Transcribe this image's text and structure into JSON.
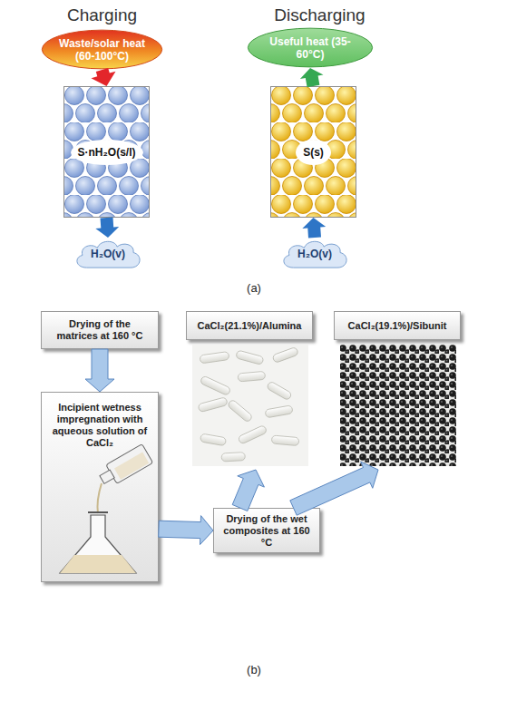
{
  "diagram": {
    "nodes": [
      {
        "text": [
          "Waste/solar heat (60-100°C)"
        ]
      },
      {
        "text": [
          "S·nH₂O(s/l)"
        ]
      },
      {
        "text": [
          "H₂O(v)"
        ]
      },
      {
        "text": [
          "Useful heat (35-60°C)"
        ]
      },
      {
        "text": [
          "S(s)"
        ]
      },
      {
        "text": [
          "H₂O(v)"
        ]
      },
      {
        "text": [
          "Drying of the matrices at 160 °C"
        ]
      },
      {
        "text": [
          "Incipient wetness impregnation with aqueous solution of CaCl₂"
        ]
      },
      {
        "text": [
          "Drying of the wet composites at 160 °C"
        ]
      },
      {
        "text": [
          "CaCl₂(21.1%)/Alumina"
        ]
      },
      {
        "text": [
          "CaCl₂(19.1%)/Sibunit"
        ]
      }
    ],
    "edges": [
      {
        "from": 0,
        "to": 1,
        "arrow": "to"
      },
      {
        "from": 1,
        "to": 2,
        "arrow": "to"
      },
      {
        "from": 5,
        "to": 4,
        "arrow": "to"
      },
      {
        "from": 4,
        "to": 3,
        "arrow": "to"
      },
      {
        "from": 6,
        "to": 7,
        "arrow": "to"
      },
      {
        "from": 7,
        "to": 8,
        "arrow": "to"
      },
      {
        "from": 8,
        "to": 9,
        "arrow": "to"
      },
      {
        "from": 8,
        "to": 10,
        "arrow": "to"
      }
    ],
    "labels": [
      "Charging",
      "Discharging",
      "(a)",
      "(b)"
    ]
  }
}
